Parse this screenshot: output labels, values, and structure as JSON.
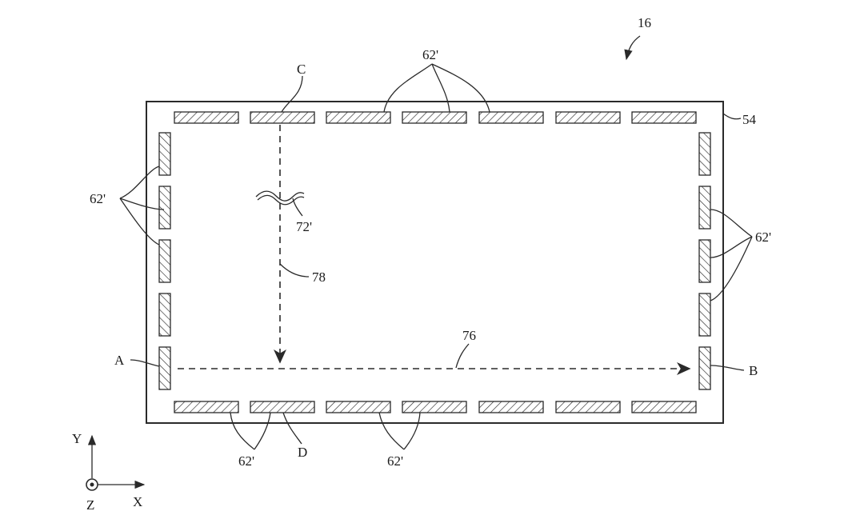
{
  "labels": {
    "figure_number": "16",
    "substrate": "54",
    "sensor_top": "62'",
    "sensor_left": "62'",
    "sensor_right": "62'",
    "sensor_bottom_left": "62'",
    "sensor_bottom_right": "62'",
    "point_a": "A",
    "point_b": "B",
    "point_c": "C",
    "point_d": "D",
    "event": "72'",
    "path_vertical": "78",
    "path_horizontal": "76",
    "axis_y": "Y",
    "axis_x": "X",
    "axis_z": "Z"
  }
}
